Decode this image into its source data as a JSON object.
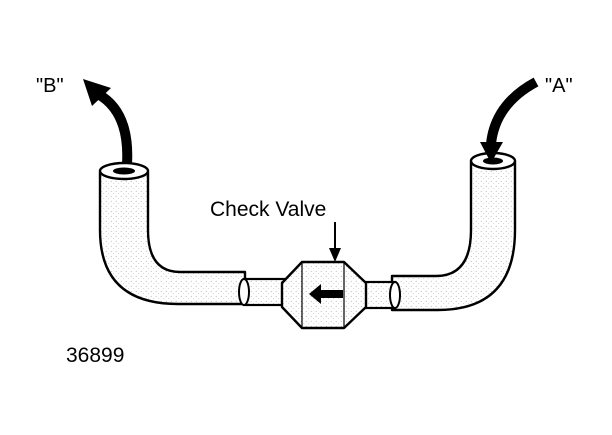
{
  "labels": {
    "port_b": "\"B\"",
    "port_a": "\"A\"",
    "check_valve": "Check Valve",
    "figure_number": "36899"
  }
}
